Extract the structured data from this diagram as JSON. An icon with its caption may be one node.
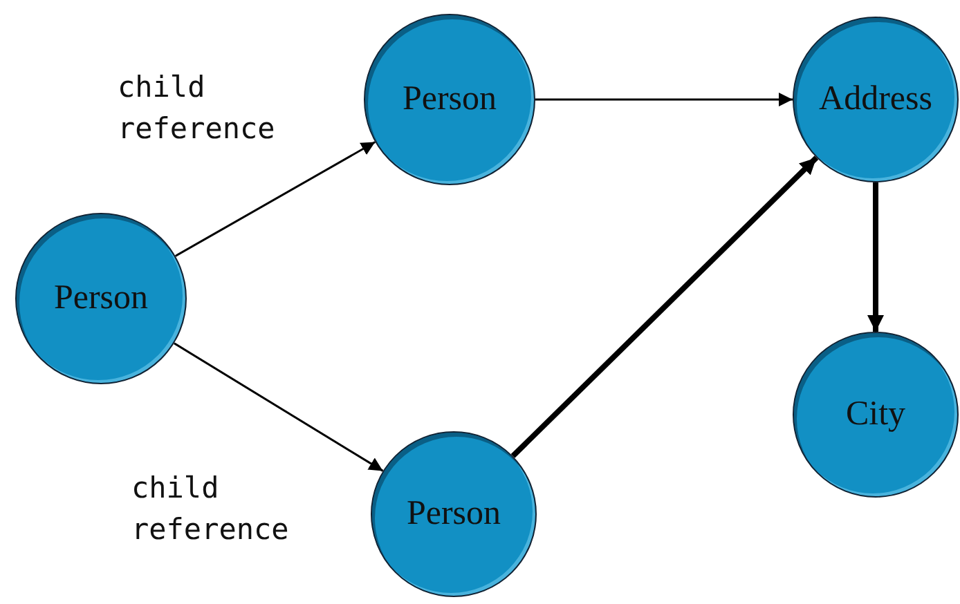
{
  "diagram": {
    "nodes": [
      {
        "text": [
          "Person"
        ]
      },
      {
        "text": [
          "Address"
        ]
      },
      {
        "text": [
          "Person"
        ]
      },
      {
        "text": [
          "City"
        ]
      },
      {
        "text": [
          "Person"
        ]
      }
    ],
    "edges": [
      {
        "from": 2,
        "to": 0,
        "arrow": "to",
        "label": "child reference"
      },
      {
        "from": 2,
        "to": 4,
        "arrow": "to",
        "label": "child reference"
      },
      {
        "from": 0,
        "to": 1,
        "arrow": "to"
      },
      {
        "from": 4,
        "to": 1,
        "arrow": "to",
        "style": "thick"
      },
      {
        "from": 1,
        "to": 3,
        "arrow": "to",
        "style": "thick"
      }
    ]
  }
}
